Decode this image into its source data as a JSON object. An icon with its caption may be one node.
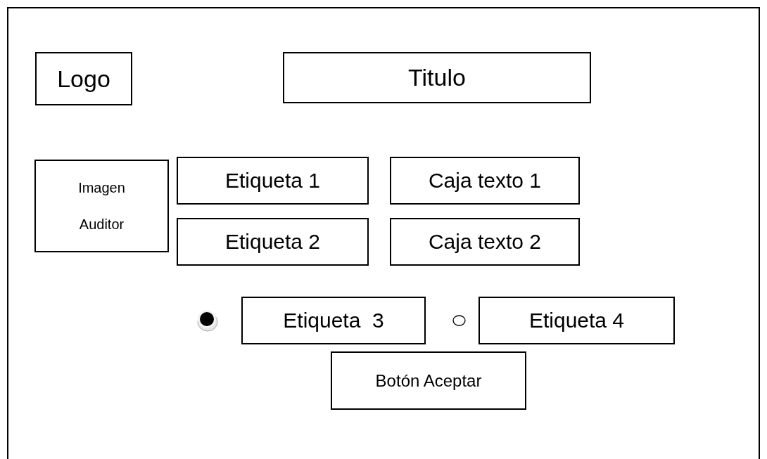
{
  "diagram": {
    "nodes": [
      {
        "text": [],
        "shape": "box"
      },
      {
        "text": [
          "Logo"
        ],
        "in": 0
      },
      {
        "text": [
          "Titulo"
        ],
        "in": 0
      },
      {
        "text": [
          "Imagen Auditor"
        ],
        "in": 0
      },
      {
        "text": [
          "Etiqueta 1"
        ],
        "in": 0
      },
      {
        "text": [
          "Caja texto 1"
        ],
        "in": 0
      },
      {
        "text": [
          "Etiqueta 2"
        ],
        "in": 0
      },
      {
        "text": [
          "Caja texto 2"
        ],
        "in": 0
      },
      {
        "text": [],
        "shape": "circle",
        "in": 0
      },
      {
        "text": [
          "Etiqueta  3"
        ],
        "in": 0
      },
      {
        "text": [],
        "shape": "circle",
        "in": 0
      },
      {
        "text": [
          "Etiqueta 4"
        ],
        "in": 0
      },
      {
        "text": [
          "Botón Aceptar"
        ],
        "in": 0
      }
    ]
  }
}
